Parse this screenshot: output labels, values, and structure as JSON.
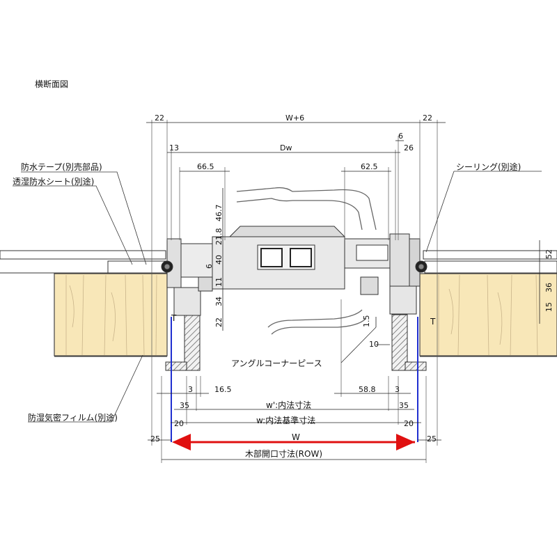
{
  "title": "横断面図",
  "callouts": {
    "waterproof_tape": "防水テープ(別売部品)",
    "moisture_sheet": "透湿防水シート(別途)",
    "sealing": "シーリング(別途)",
    "angle_corner": "アングルコーナーピース",
    "vapor_film": "防湿気密フィルム(別途)",
    "t_left": "T",
    "t_right": "T"
  },
  "dimensions": {
    "top": {
      "left_22": "22",
      "w_plus_6": "W+6",
      "right_22": "22",
      "left_13": "13",
      "dw": "Dw",
      "right_6": "6",
      "right_26": "26",
      "left_66_5": "66.5",
      "right_62_5": "62.5"
    },
    "vertical": {
      "v46_7": "46.7",
      "v21_8": "21.8",
      "v6": "6",
      "v40": "40",
      "v11": "11",
      "v34": "34",
      "v22": "22",
      "v1_5": "1.5",
      "v10": "10",
      "r52": "52",
      "r36": "36",
      "r15": "15"
    },
    "bottom": {
      "left_3": "3",
      "left_16_5": "16.5",
      "right_58_8": "58.8",
      "right_3": "3",
      "left_35": "35",
      "w_prime": "w':内法寸法",
      "right_35": "35",
      "left_20": "20",
      "w_basis": "w:内法基準寸法",
      "right_20": "20",
      "left_25": "25",
      "w": "W",
      "right_25": "25",
      "row": "木部開口寸法(ROW)"
    }
  },
  "colors": {
    "wood": "#f8e7b8",
    "wood_grain": "#c9b48a",
    "frame": "#e6e6e6",
    "frame_dark": "#9a9a9a",
    "hatch": "#555555",
    "opening_blue": "#1f2fd0",
    "w_arrow_red": "#e01010",
    "line": "#222222"
  }
}
